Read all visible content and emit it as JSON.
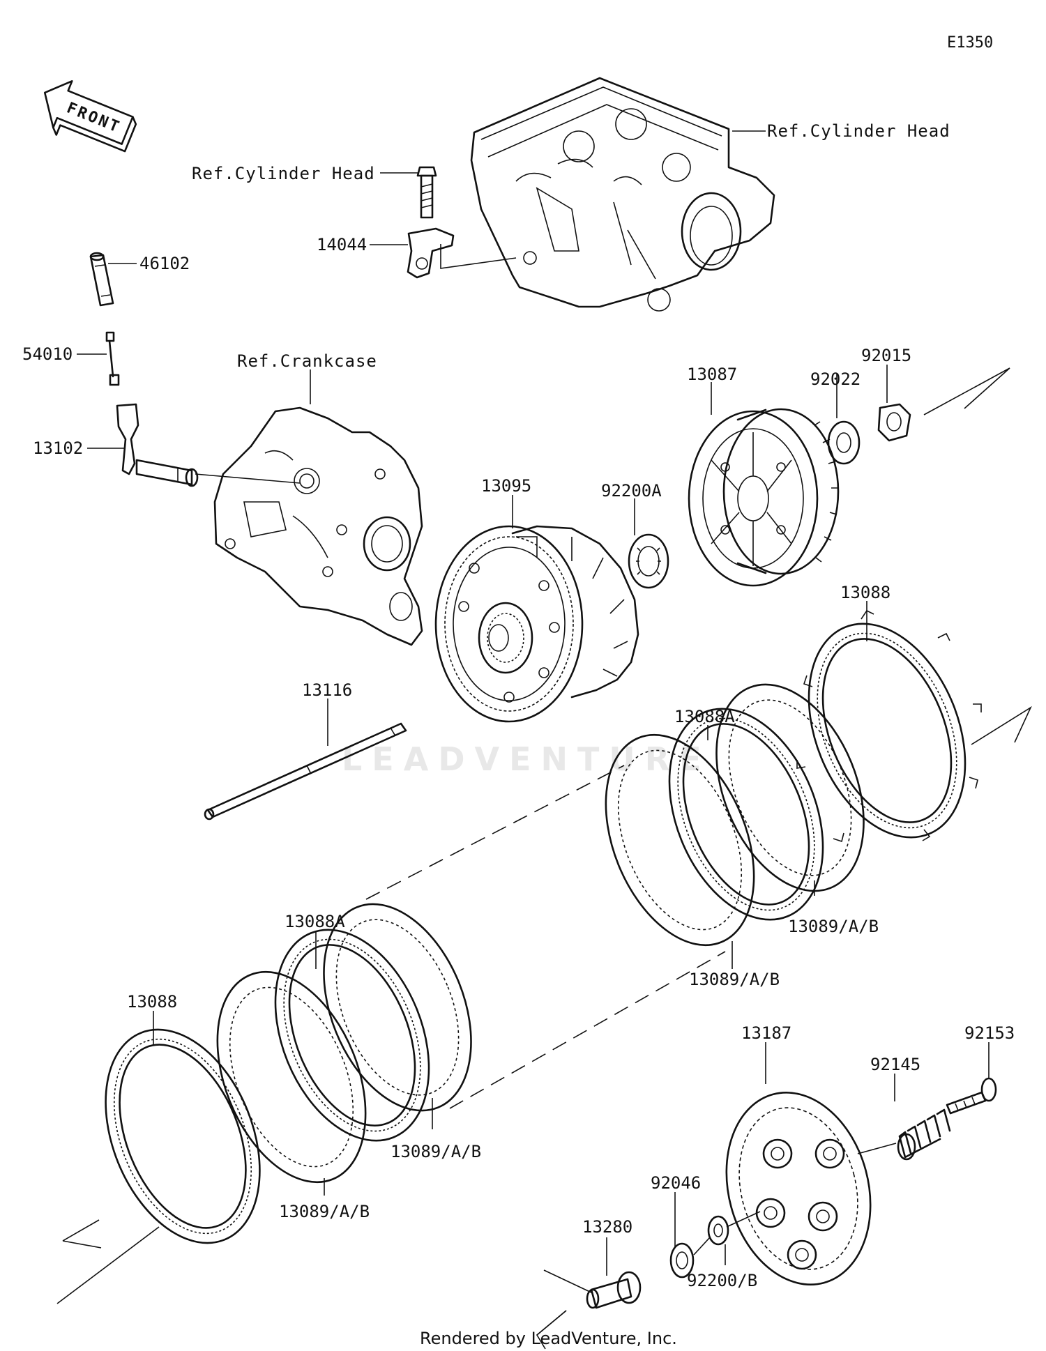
{
  "diagram_id": "E1350",
  "front_arrow": "FRONT",
  "watermark": "LEADVENTURE",
  "footer": "Rendered by LeadVenture, Inc.",
  "labels": {
    "ref_cylinder_head_top": "Ref.Cylinder Head",
    "ref_cylinder_head_left": "Ref.Cylinder Head",
    "ref_crankcase": "Ref.Crankcase",
    "p14044": "14044",
    "p46102": "46102",
    "p54010": "54010",
    "p13102": "13102",
    "p13087": "13087",
    "p92022": "92022",
    "p92015": "92015",
    "p92200A": "92200A",
    "p13095": "13095",
    "p13088_right": "13088",
    "p13116": "13116",
    "p13088A_right": "13088A",
    "p13089_right_upper": "13089/A/B",
    "p13089_right_lower": "13089/A/B",
    "p13088A_left": "13088A",
    "p13088_left": "13088",
    "p13089_left_mid": "13089/A/B",
    "p13089_left_low": "13089/A/B",
    "p13187": "13187",
    "p92153": "92153",
    "p92145": "92145",
    "p92046": "92046",
    "p13280": "13280",
    "p92200B": "92200/B"
  }
}
